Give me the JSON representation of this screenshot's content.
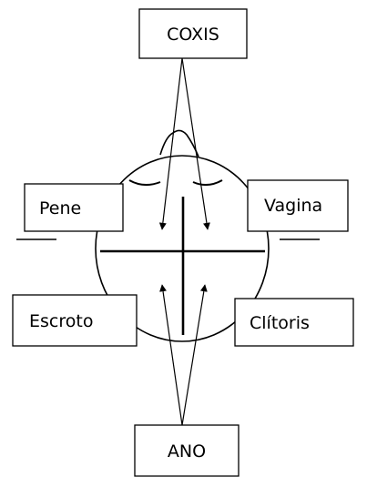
{
  "labels": {
    "top": "COXIS",
    "left_upper": "Pene",
    "right_upper": "Vagina",
    "left_lower": "Escroto",
    "right_lower": "Clítoris",
    "bottom": "ANO"
  }
}
